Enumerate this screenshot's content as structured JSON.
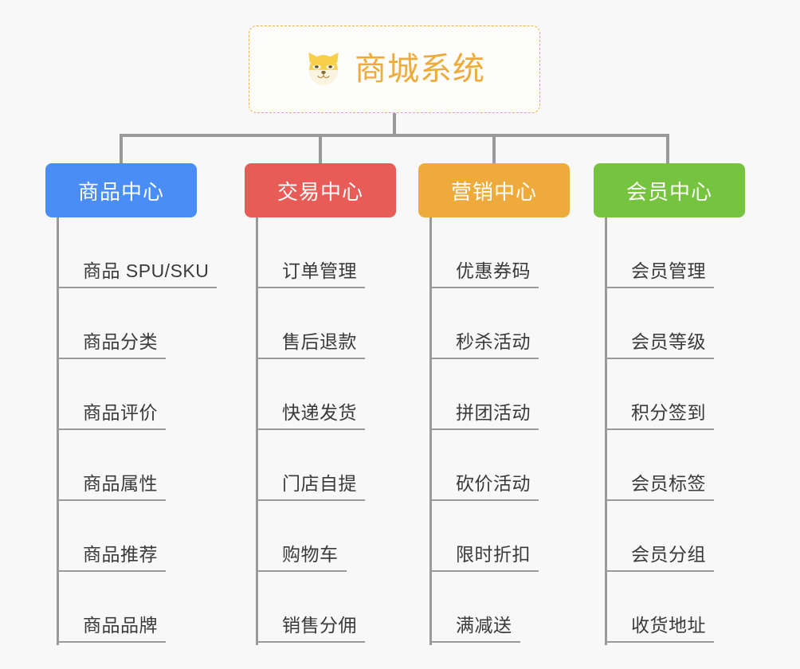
{
  "background_color": "#f8f8f8",
  "root": {
    "title": "商城系统",
    "icon": "shiba-dog-face-icon",
    "title_color": "#eeab3c",
    "border_color": "#edb143"
  },
  "branches": [
    {
      "label": "商品中心",
      "color": "#4a8ef5",
      "leaves": [
        "商品 SPU/SKU",
        "商品分类",
        "商品评价",
        "商品属性",
        "商品推荐",
        "商品品牌"
      ]
    },
    {
      "label": "交易中心",
      "color": "#e85c58",
      "leaves": [
        "订单管理",
        "售后退款",
        "快递发货",
        "门店自提",
        "购物车",
        "销售分佣"
      ]
    },
    {
      "label": "营销中心",
      "color": "#eeab3c",
      "leaves": [
        "优惠券码",
        "秒杀活动",
        "拼团活动",
        "砍价活动",
        "限时折扣",
        "满减送"
      ]
    },
    {
      "label": "会员中心",
      "color": "#76c33f",
      "leaves": [
        "会员管理",
        "会员等级",
        "积分签到",
        "会员标签",
        "会员分组",
        "收货地址"
      ]
    }
  ]
}
